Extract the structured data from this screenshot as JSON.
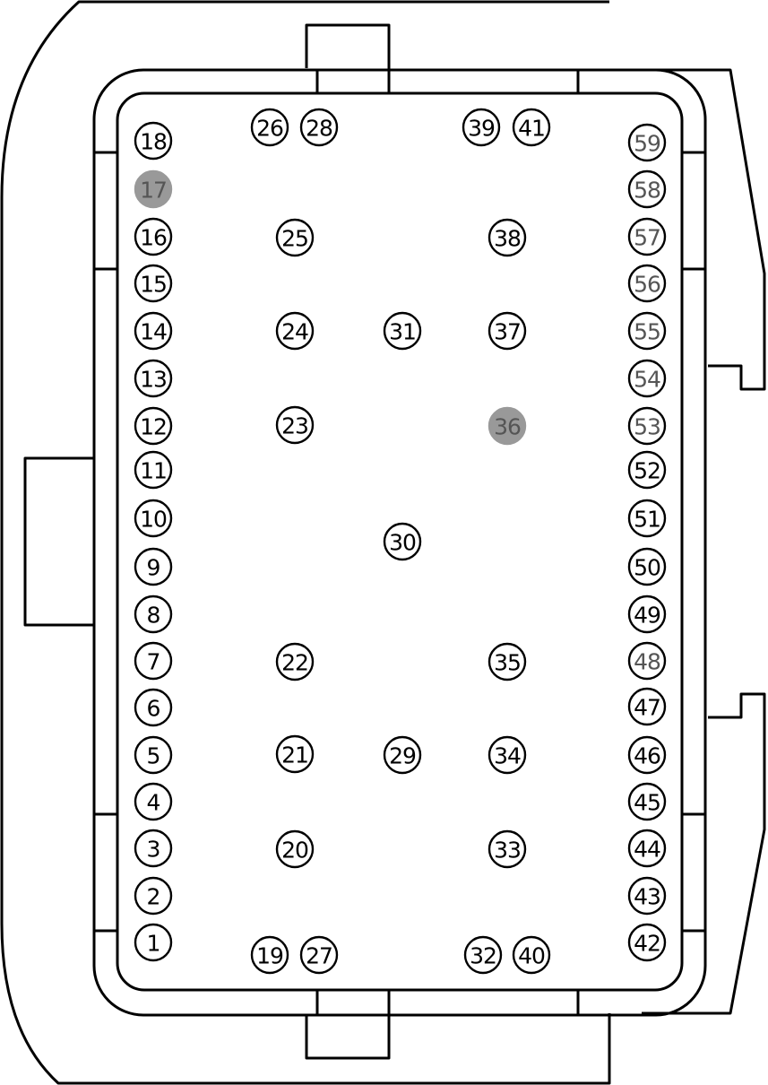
{
  "connector": {
    "colors": {
      "outline": "#000000",
      "pin_fill": "#ffffff",
      "plugged_fill": "#999999",
      "faded_label": "#555555"
    },
    "plugged_pins": [
      "17",
      "36"
    ],
    "faded_pins": [
      "48",
      "53",
      "54",
      "55",
      "56",
      "57",
      "58",
      "59"
    ],
    "pins": [
      {
        "id": "1",
        "label": "1"
      },
      {
        "id": "2",
        "label": "2"
      },
      {
        "id": "3",
        "label": "3"
      },
      {
        "id": "4",
        "label": "4"
      },
      {
        "id": "5",
        "label": "5"
      },
      {
        "id": "6",
        "label": "6"
      },
      {
        "id": "7",
        "label": "7"
      },
      {
        "id": "8",
        "label": "8"
      },
      {
        "id": "9",
        "label": "9"
      },
      {
        "id": "10",
        "label": "10"
      },
      {
        "id": "11",
        "label": "11"
      },
      {
        "id": "12",
        "label": "12"
      },
      {
        "id": "13",
        "label": "13"
      },
      {
        "id": "14",
        "label": "14"
      },
      {
        "id": "15",
        "label": "15"
      },
      {
        "id": "16",
        "label": "16"
      },
      {
        "id": "17",
        "label": "17"
      },
      {
        "id": "18",
        "label": "18"
      },
      {
        "id": "19",
        "label": "19"
      },
      {
        "id": "20",
        "label": "20"
      },
      {
        "id": "21",
        "label": "21"
      },
      {
        "id": "22",
        "label": "22"
      },
      {
        "id": "23",
        "label": "23"
      },
      {
        "id": "24",
        "label": "24"
      },
      {
        "id": "25",
        "label": "25"
      },
      {
        "id": "26",
        "label": "26"
      },
      {
        "id": "27",
        "label": "27"
      },
      {
        "id": "28",
        "label": "28"
      },
      {
        "id": "29",
        "label": "29"
      },
      {
        "id": "30",
        "label": "30"
      },
      {
        "id": "31",
        "label": "31"
      },
      {
        "id": "32",
        "label": "32"
      },
      {
        "id": "33",
        "label": "33"
      },
      {
        "id": "34",
        "label": "34"
      },
      {
        "id": "35",
        "label": "35"
      },
      {
        "id": "36",
        "label": "36"
      },
      {
        "id": "37",
        "label": "37"
      },
      {
        "id": "38",
        "label": "38"
      },
      {
        "id": "39",
        "label": "39"
      },
      {
        "id": "40",
        "label": "40"
      },
      {
        "id": "41",
        "label": "41"
      },
      {
        "id": "42",
        "label": "42"
      },
      {
        "id": "43",
        "label": "43"
      },
      {
        "id": "44",
        "label": "44"
      },
      {
        "id": "45",
        "label": "45"
      },
      {
        "id": "46",
        "label": "46"
      },
      {
        "id": "47",
        "label": "47"
      },
      {
        "id": "48",
        "label": "48"
      },
      {
        "id": "49",
        "label": "49"
      },
      {
        "id": "50",
        "label": "50"
      },
      {
        "id": "51",
        "label": "51"
      },
      {
        "id": "52",
        "label": "52"
      },
      {
        "id": "53",
        "label": "53"
      },
      {
        "id": "54",
        "label": "54"
      },
      {
        "id": "55",
        "label": "55"
      },
      {
        "id": "56",
        "label": "56"
      },
      {
        "id": "57",
        "label": "57"
      },
      {
        "id": "58",
        "label": "58"
      },
      {
        "id": "59",
        "label": "59"
      }
    ]
  }
}
